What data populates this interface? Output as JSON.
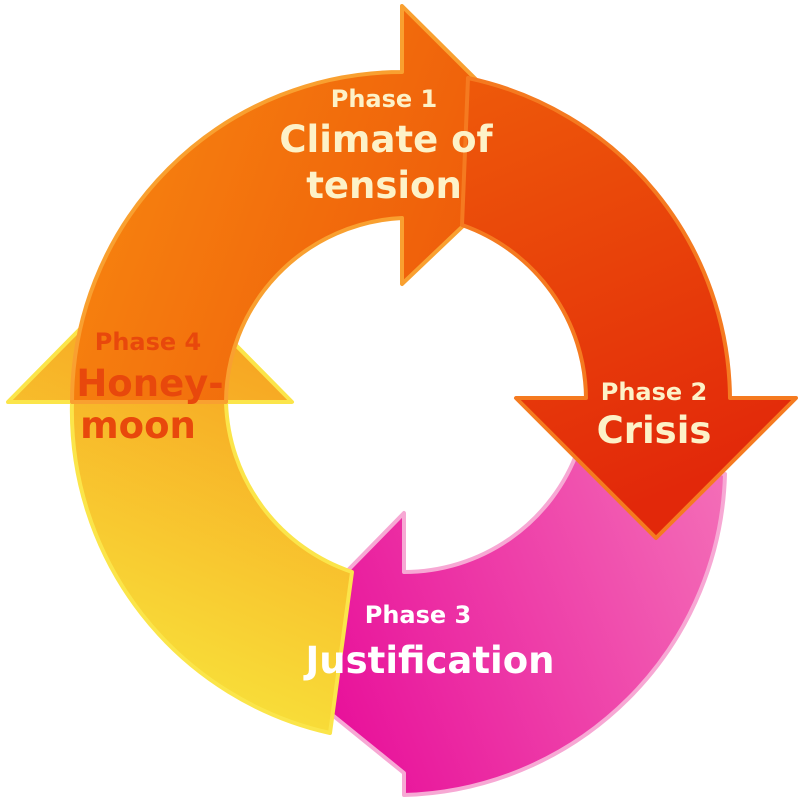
{
  "diagram": {
    "phases": [
      {
        "number": "Phase 1",
        "title_lines": [
          "Climate of",
          "tension"
        ]
      },
      {
        "number": "Phase 2",
        "title_lines": [
          "Crisis"
        ]
      },
      {
        "number": "Phase 3",
        "title_lines": [
          "Justification"
        ]
      },
      {
        "number": "Phase 4",
        "title_lines": [
          "Honey-",
          "moon"
        ]
      }
    ]
  },
  "colors": {
    "phase1": "#f37a10",
    "phase2": "#e8360a",
    "phase3": "#ea3da8",
    "phase4": "#f8d63a",
    "label_light": "#fdf2c8",
    "label_dark": "#e8480c",
    "label_white": "#ffffff"
  }
}
